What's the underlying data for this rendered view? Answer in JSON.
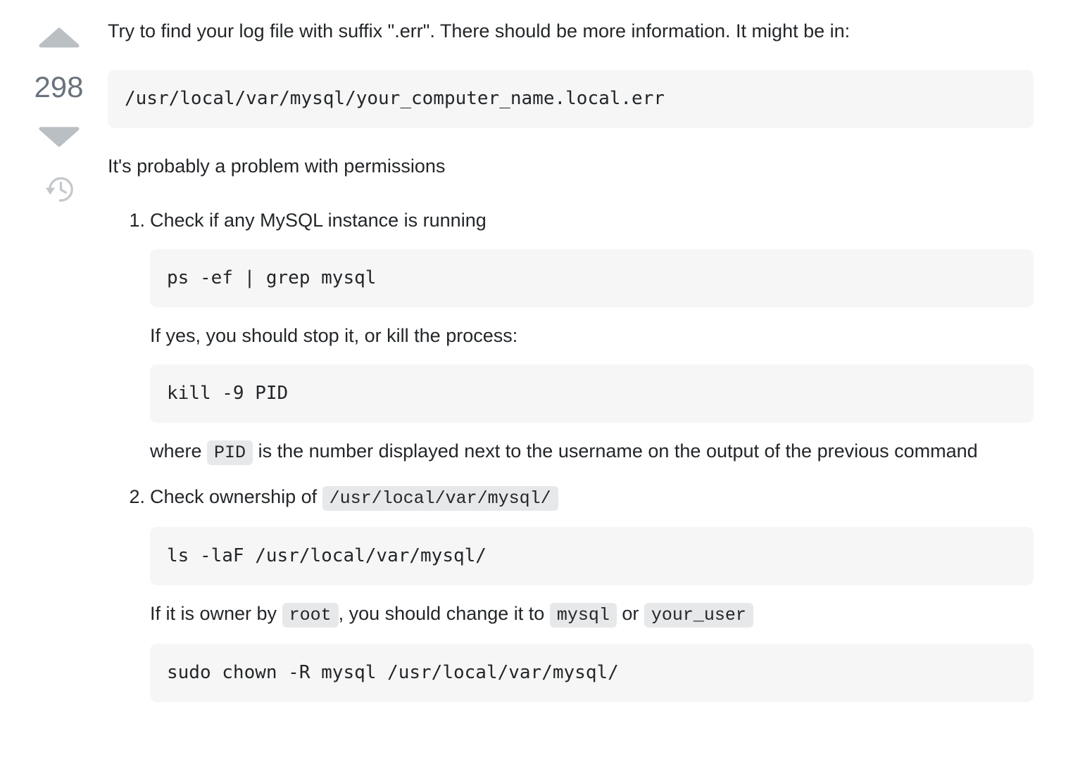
{
  "vote": {
    "count": "298"
  },
  "icons": {
    "upvote": "up-arrow-triangle",
    "downvote": "down-arrow-triangle",
    "history": "history-clock-arrow"
  },
  "colors": {
    "arrow": "#babfc4",
    "vote_count": "#6a737c",
    "history_icon": "#c4c8cb",
    "text": "#232629",
    "code_block_bg": "#f6f6f6",
    "inline_code_bg": "#e6e8e9"
  },
  "answer_body": [
    {
      "type": "p",
      "indent": 0,
      "segments": [
        {
          "t": "text",
          "v": "Try to find your log file with suffix \".err\". There should be more information. It might be in:"
        }
      ]
    },
    {
      "type": "pre",
      "indent": 0,
      "code": "/usr/local/var/mysql/your_computer_name.local.err"
    },
    {
      "type": "p",
      "indent": 0,
      "segments": [
        {
          "t": "text",
          "v": "It's probably a problem with permissions"
        }
      ]
    },
    {
      "type": "li",
      "num": "1.",
      "segments": [
        {
          "t": "text",
          "v": "Check if any MySQL instance is running"
        }
      ]
    },
    {
      "type": "pre",
      "indent": 1,
      "code": "ps -ef | grep mysql"
    },
    {
      "type": "p",
      "indent": 1,
      "segments": [
        {
          "t": "text",
          "v": "If yes, you should stop it, or kill the process:"
        }
      ]
    },
    {
      "type": "pre",
      "indent": 1,
      "code": "kill -9 PID"
    },
    {
      "type": "p",
      "indent": 1,
      "segments": [
        {
          "t": "text",
          "v": "where "
        },
        {
          "t": "code",
          "v": "PID"
        },
        {
          "t": "text",
          "v": " is the number displayed next to the username on the output of the previous command"
        }
      ]
    },
    {
      "type": "li",
      "num": "2.",
      "segments": [
        {
          "t": "text",
          "v": "Check ownership of "
        },
        {
          "t": "code",
          "v": "/usr/local/var/mysql/"
        }
      ]
    },
    {
      "type": "pre",
      "indent": 1,
      "code": "ls -laF /usr/local/var/mysql/"
    },
    {
      "type": "p",
      "indent": 1,
      "segments": [
        {
          "t": "text",
          "v": "If it is owner by "
        },
        {
          "t": "code",
          "v": "root"
        },
        {
          "t": "text",
          "v": ", you should change it to "
        },
        {
          "t": "code",
          "v": "mysql"
        },
        {
          "t": "text",
          "v": " or "
        },
        {
          "t": "code",
          "v": "your_user"
        }
      ]
    },
    {
      "type": "pre",
      "indent": 1,
      "code": "sudo chown -R mysql /usr/local/var/mysql/"
    }
  ]
}
